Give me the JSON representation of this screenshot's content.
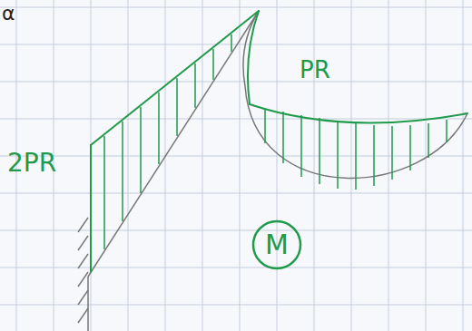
{
  "diagram": {
    "nodes": [
      {
        "text": [
          "M"
        ]
      }
    ],
    "labels": [
      "α",
      "2PR",
      "PR"
    ]
  }
}
